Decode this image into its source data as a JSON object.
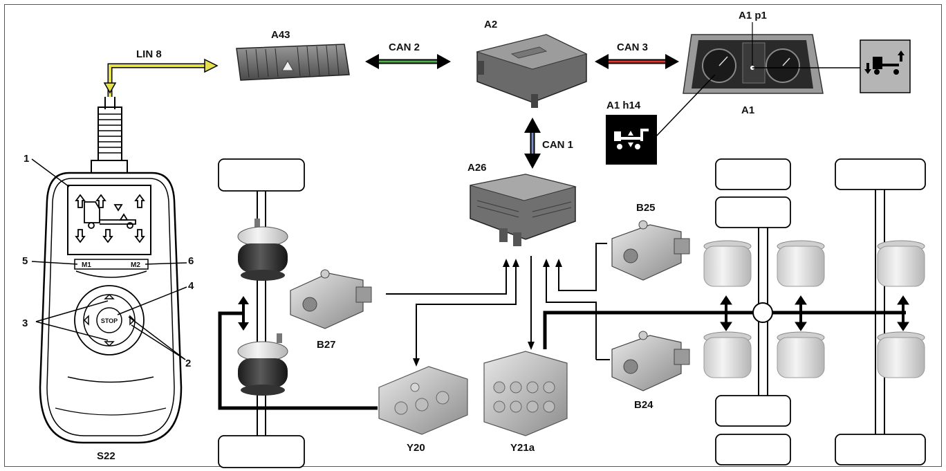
{
  "labels": {
    "lin8": "LIN 8",
    "a43": "A43",
    "can2": "CAN 2",
    "a2": "A2",
    "can3": "CAN 3",
    "a1p1": "A1 p1",
    "a1": "A1",
    "a1h14": "A1 h14",
    "can1": "CAN 1",
    "a26": "A26",
    "b25": "B25",
    "b27": "B27",
    "b24": "B24",
    "y20": "Y20",
    "y21a": "Y21a",
    "s22": "S22",
    "n1": "1",
    "n2": "2",
    "n3": "3",
    "n4": "4",
    "n5": "5",
    "n6": "6",
    "m1": "M1",
    "m2": "M2",
    "stop": "STOP"
  },
  "colors": {
    "lin": "#e6e04a",
    "can1": "#7b8fc4",
    "can2": "#4fb04a",
    "can3": "#e0342c",
    "line": "#000000",
    "device": "#8a8a8a",
    "device_dark": "#555555",
    "airbag": "#2b2b2b",
    "airbag_light": "#dedede"
  }
}
